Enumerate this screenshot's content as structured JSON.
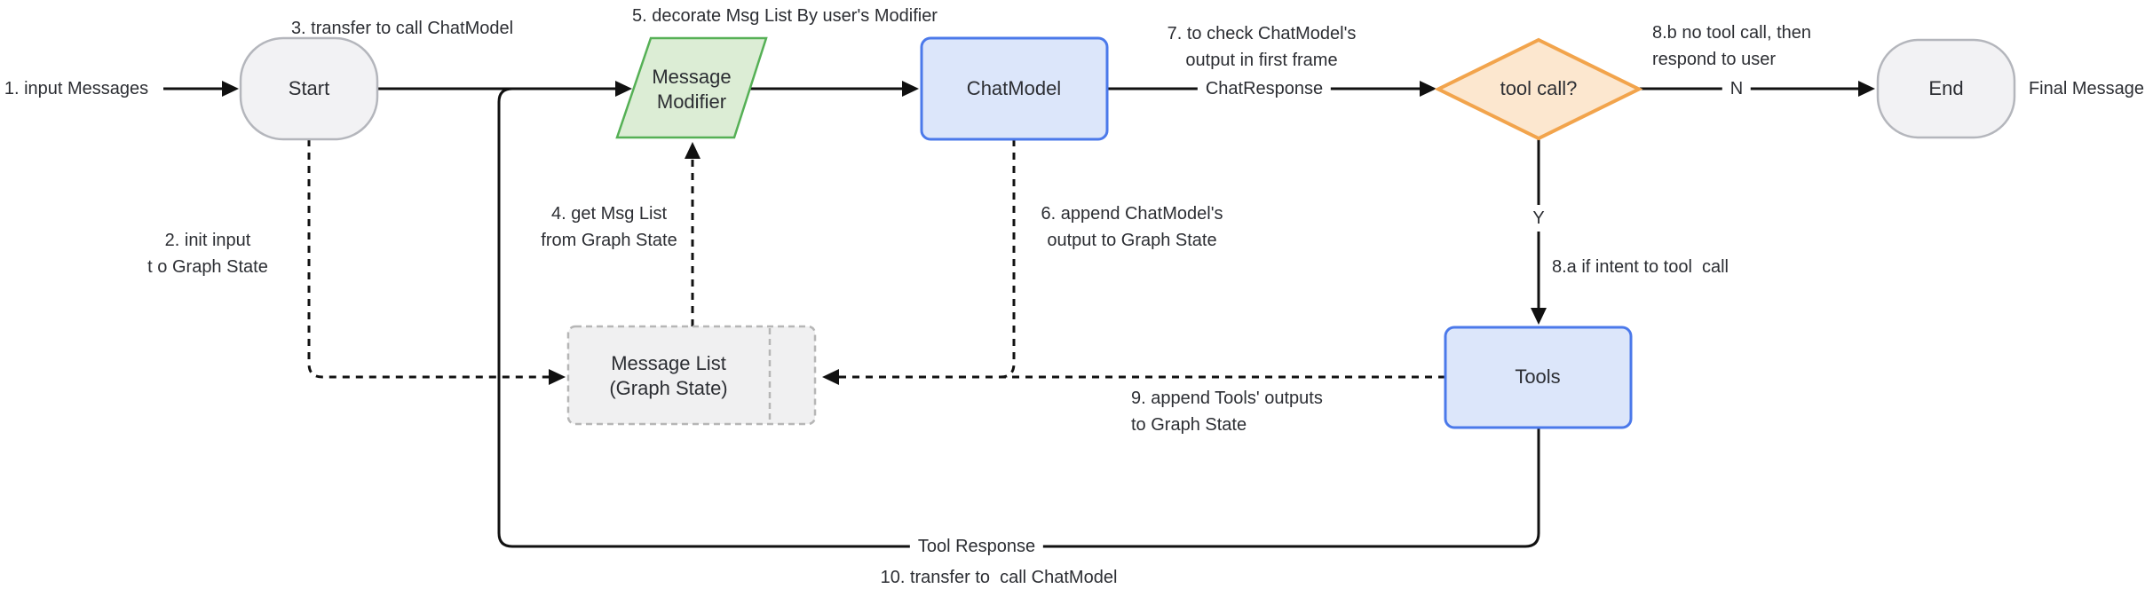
{
  "diagram_title": "ReAct agent graph flow (Start → Message Modifier → ChatModel → tool call? → Tools/End)",
  "nodes": {
    "start": {
      "label": "Start",
      "shape": "stadium"
    },
    "message_modifier": {
      "label_line1": "Message",
      "label_line2": "Modifier",
      "shape": "parallelogram"
    },
    "chat_model": {
      "label": "ChatModel",
      "shape": "rounded-rect"
    },
    "tool_call_decision": {
      "label": "tool call?",
      "shape": "diamond"
    },
    "end": {
      "label": "End",
      "shape": "stadium"
    },
    "message_list": {
      "label_line1": "Message List",
      "label_line2": "(Graph State)",
      "shape": "dashed-rect-stacked"
    },
    "tools": {
      "label": "Tools",
      "shape": "rounded-rect"
    }
  },
  "edge_labels": {
    "input_messages": "1. input Messages",
    "init_input_line1": "2. init input",
    "init_input_line2": "t o Graph State",
    "transfer_to_call_chatmodel": "3. transfer to call ChatModel",
    "get_msg_list_line1": "4. get Msg List",
    "get_msg_list_line2": "from Graph State",
    "decorate_msg_list": "5. decorate Msg List By user's Modifier",
    "append_chatmodel_line1": "6. append ChatModel's",
    "append_chatmodel_line2": "output to Graph State",
    "check_output_line1": "7. to check ChatModel's",
    "check_output_line2": "output in first frame",
    "chat_response": "ChatResponse",
    "intent_tool_call": "8.a if intent to tool  call",
    "no_tool_call_line1": "8.b no tool call, then",
    "no_tool_call_line2": "respond to user",
    "yes": "Y",
    "no": "N",
    "append_tools_line1": "9. append Tools' outputs",
    "append_tools_line2": "to Graph State",
    "tool_response": "Tool Response",
    "transfer_to_call_chatmodel_10": "10. transfer to  call ChatModel",
    "final_message": "Final Message"
  },
  "colors": {
    "canvas_bg": "#ffffff",
    "line": "#111111",
    "text": "#2c2e33",
    "terminal_fill": "#f2f2f4",
    "terminal_stroke": "#b4b6bc",
    "process_fill": "#dce6fa",
    "process_stroke": "#4b79ea",
    "modifier_fill": "#dcedd5",
    "modifier_stroke": "#55b055",
    "decision_fill": "#fce7cf",
    "decision_stroke": "#f2a44c",
    "state_fill": "#f0f0f1",
    "state_stroke": "#b6b6b6"
  }
}
